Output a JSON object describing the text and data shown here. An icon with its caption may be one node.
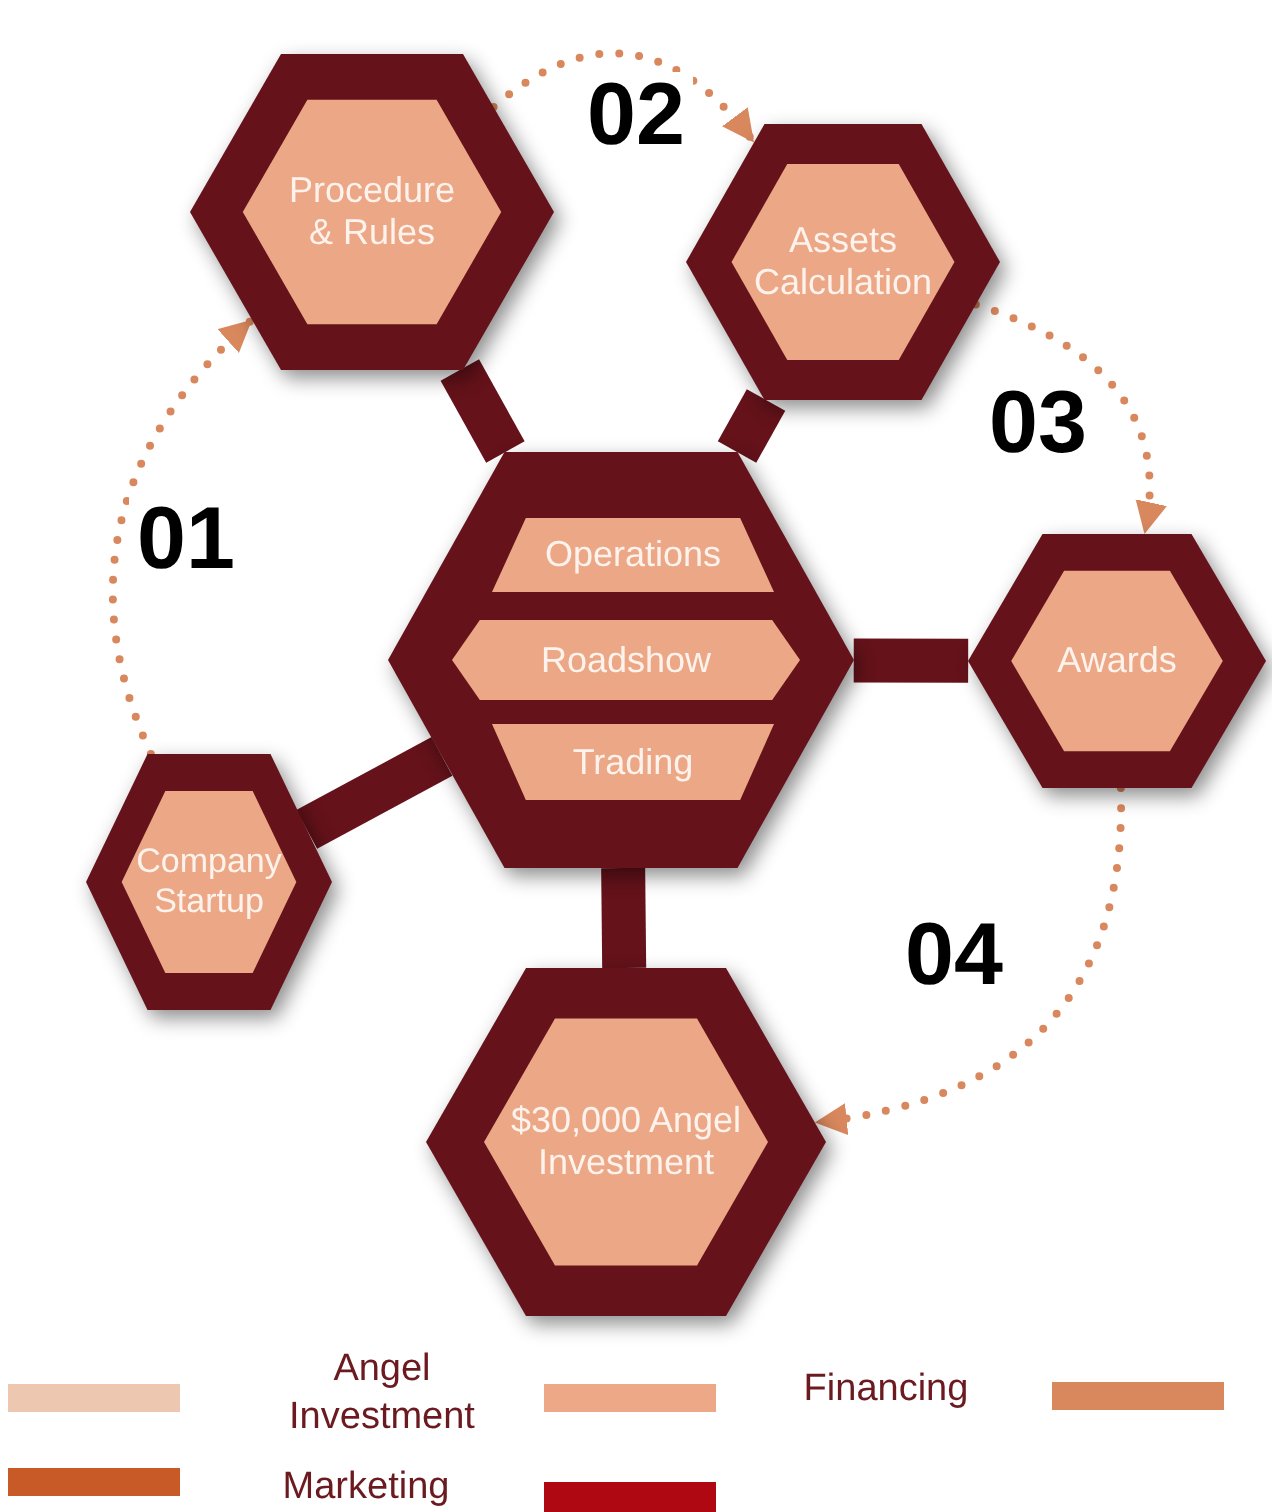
{
  "diagram": {
    "nodes": [
      {
        "text": [],
        "shape": "hexagon"
      },
      {
        "text": [
          "Operations"
        ],
        "in": 0
      },
      {
        "text": [
          "Roadshow"
        ],
        "in": 0
      },
      {
        "text": [
          "Trading"
        ],
        "in": 0
      },
      {
        "text": [
          "Procedure & Rules"
        ]
      },
      {
        "text": [
          "Assets Calculation"
        ]
      },
      {
        "text": [
          "Awards"
        ]
      },
      {
        "text": [
          "Company Startup"
        ]
      },
      {
        "text": [
          "$30,000 Angel Investment"
        ]
      }
    ],
    "edges": [
      {
        "from": 0,
        "to": 4,
        "arrow": "none"
      },
      {
        "from": 0,
        "to": 5,
        "arrow": "none"
      },
      {
        "from": 0,
        "to": 6,
        "arrow": "none"
      },
      {
        "from": 0,
        "to": 7,
        "arrow": "none"
      },
      {
        "from": 0,
        "to": 8,
        "arrow": "none"
      },
      {
        "from": 7,
        "to": 4,
        "arrow": "to",
        "style": "dashed",
        "color": "#d9885e",
        "label": "01"
      },
      {
        "from": 4,
        "to": 5,
        "arrow": "to",
        "style": "dashed",
        "color": "#d9885e",
        "label": "02"
      },
      {
        "from": 5,
        "to": 6,
        "arrow": "to",
        "style": "dashed",
        "color": "#d9885e",
        "label": "03"
      },
      {
        "from": 6,
        "to": 8,
        "arrow": "to",
        "style": "dashed",
        "color": "#d9885e",
        "label": "04"
      }
    ],
    "legend": [
      {
        "text": "Angel Investment",
        "color": "#edc7b0"
      },
      {
        "text": "Financing",
        "color": "#eda888"
      },
      {
        "text": "Marketing",
        "color": "#c85a28"
      }
    ]
  }
}
